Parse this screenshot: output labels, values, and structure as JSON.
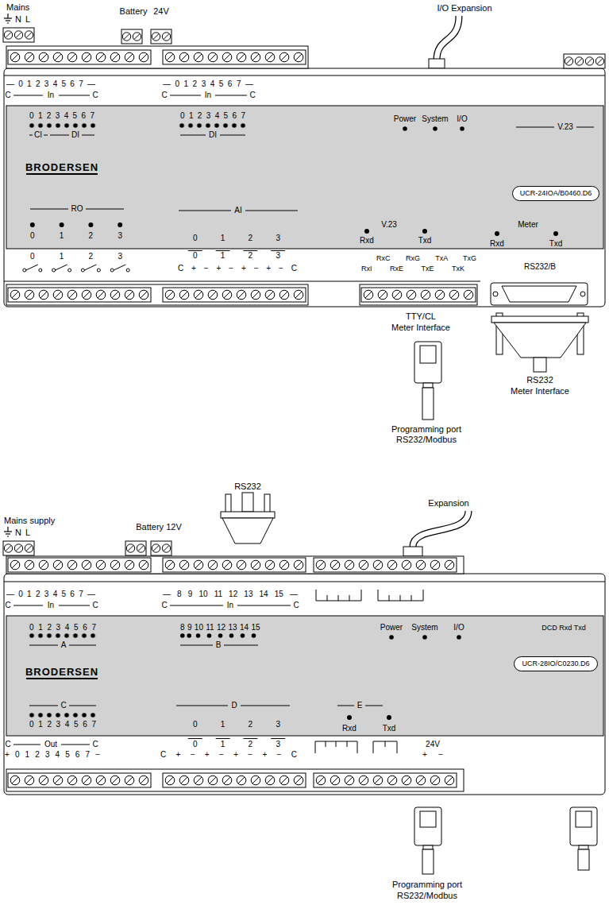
{
  "diagram": {
    "nodes": [
      {
        "text": [
          "UCR-24IOA/B0460.D6"
        ]
      },
      {
        "text": [
          "UCR-28IO/C0230.D6"
        ]
      }
    ],
    "labels": [
      "Mains",
      "N",
      "L",
      "Battery",
      "24V",
      "I/O Expansion",
      "— 0 1 2 3 4 5 6 7 —",
      "C",
      "In",
      "C",
      "— 0 1 2 3 4 5 6 7 —",
      "C",
      "In",
      "C",
      "0 1 2 3 4 5 6 7",
      "CI",
      "DI",
      "0 1 2 3 4 5 6 7",
      "DI",
      "Power",
      "System",
      "I/O",
      "V.23",
      "BRODERSEN",
      "RO",
      "0 1 2 3",
      "AI",
      "0 1 2 3",
      "V.23",
      "Rxd",
      "Txd",
      "Meter",
      "Rxd",
      "Txd",
      "0 1 2 3",
      "0 1 2 3",
      "C + − + − + − + − C",
      "RxC RxG TxA TxG",
      "RxI RxE TxE TxK",
      "RS232/B",
      "TTY/CL",
      "Meter Interface",
      "RS232",
      "Meter Interface",
      "Programming port",
      "RS232/Modbus",
      "Mains supply",
      "N",
      "L",
      "Battery 12V",
      "RS232",
      "Expansion",
      "— 0 1 2 3 4 5 6 7 —",
      "C",
      "In",
      "C",
      "— 8 9 10 11 12 13 14 15 —",
      "C",
      "In",
      "C",
      "0 1 2 3 4 5 6 7",
      "8 9 10 11 12 13 14 15",
      "A",
      "B",
      "Power",
      "System",
      "I/O",
      "DCD Rxd Txd",
      "BRODERSEN",
      "C",
      "0 1 2 3 4 5 6 7",
      "D",
      "0 1 2 3",
      "E",
      "Rxd",
      "Txd",
      "C",
      "Out",
      "C",
      "+ 0 1 2 3 4 5 6 7 −",
      "0 1 2 3",
      "C + − + − + − + − C",
      "24V",
      "+ −",
      "Programming port",
      "RS232/Modbus"
    ]
  }
}
